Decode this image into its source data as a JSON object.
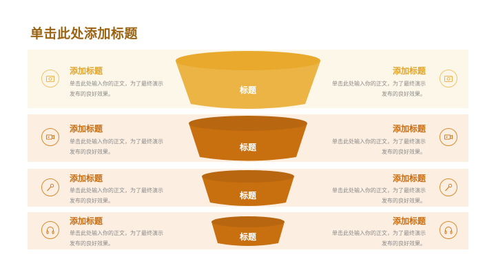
{
  "page": {
    "title": "单击此处添加标题"
  },
  "colors": {
    "title": "#9a6414",
    "heading_light": "#e2a52a",
    "heading_dark": "#c96e12",
    "bowl_light": "#ebb444",
    "bowl_dark": "#c8700f"
  },
  "rows": [
    {
      "left": {
        "heading": "添加标题",
        "body": "单击此处输入你的正文，为了最终演示发布的良好效果。",
        "icon": "camera-icon"
      },
      "right": {
        "heading": "添加标题",
        "body": "单击此处输入你的正文，为了最终演示发布的良好效果。",
        "icon": "camera-icon"
      },
      "bowl_label": "标题"
    },
    {
      "left": {
        "heading": "添加标题",
        "body": "单击此处输入你的正文，为了最终演示发布的良好效果。",
        "icon": "video-camera-icon"
      },
      "right": {
        "heading": "添加标题",
        "body": "单击此处输入你的正文，为了最终演示发布的良好效果。",
        "icon": "video-camera-icon"
      },
      "bowl_label": "标题"
    },
    {
      "left": {
        "heading": "添加标题",
        "body": "单击此处输入你的正文，为了最终演示发布的良好效果。",
        "icon": "microphone-icon"
      },
      "right": {
        "heading": "添加标题",
        "body": "单击此处输入你的正文，为了最终演示发布的良好效果。",
        "icon": "microphone-icon"
      },
      "bowl_label": "标题"
    },
    {
      "left": {
        "heading": "添加标题",
        "body": "单击此处输入你的正文，为了最终演示发布的良好效果。",
        "icon": "headphones-icon"
      },
      "right": {
        "heading": "添加标题",
        "body": "单击此处输入你的正文，为了最终演示发布的良好效果。",
        "icon": "headphones-icon"
      },
      "bowl_label": "标题"
    }
  ]
}
